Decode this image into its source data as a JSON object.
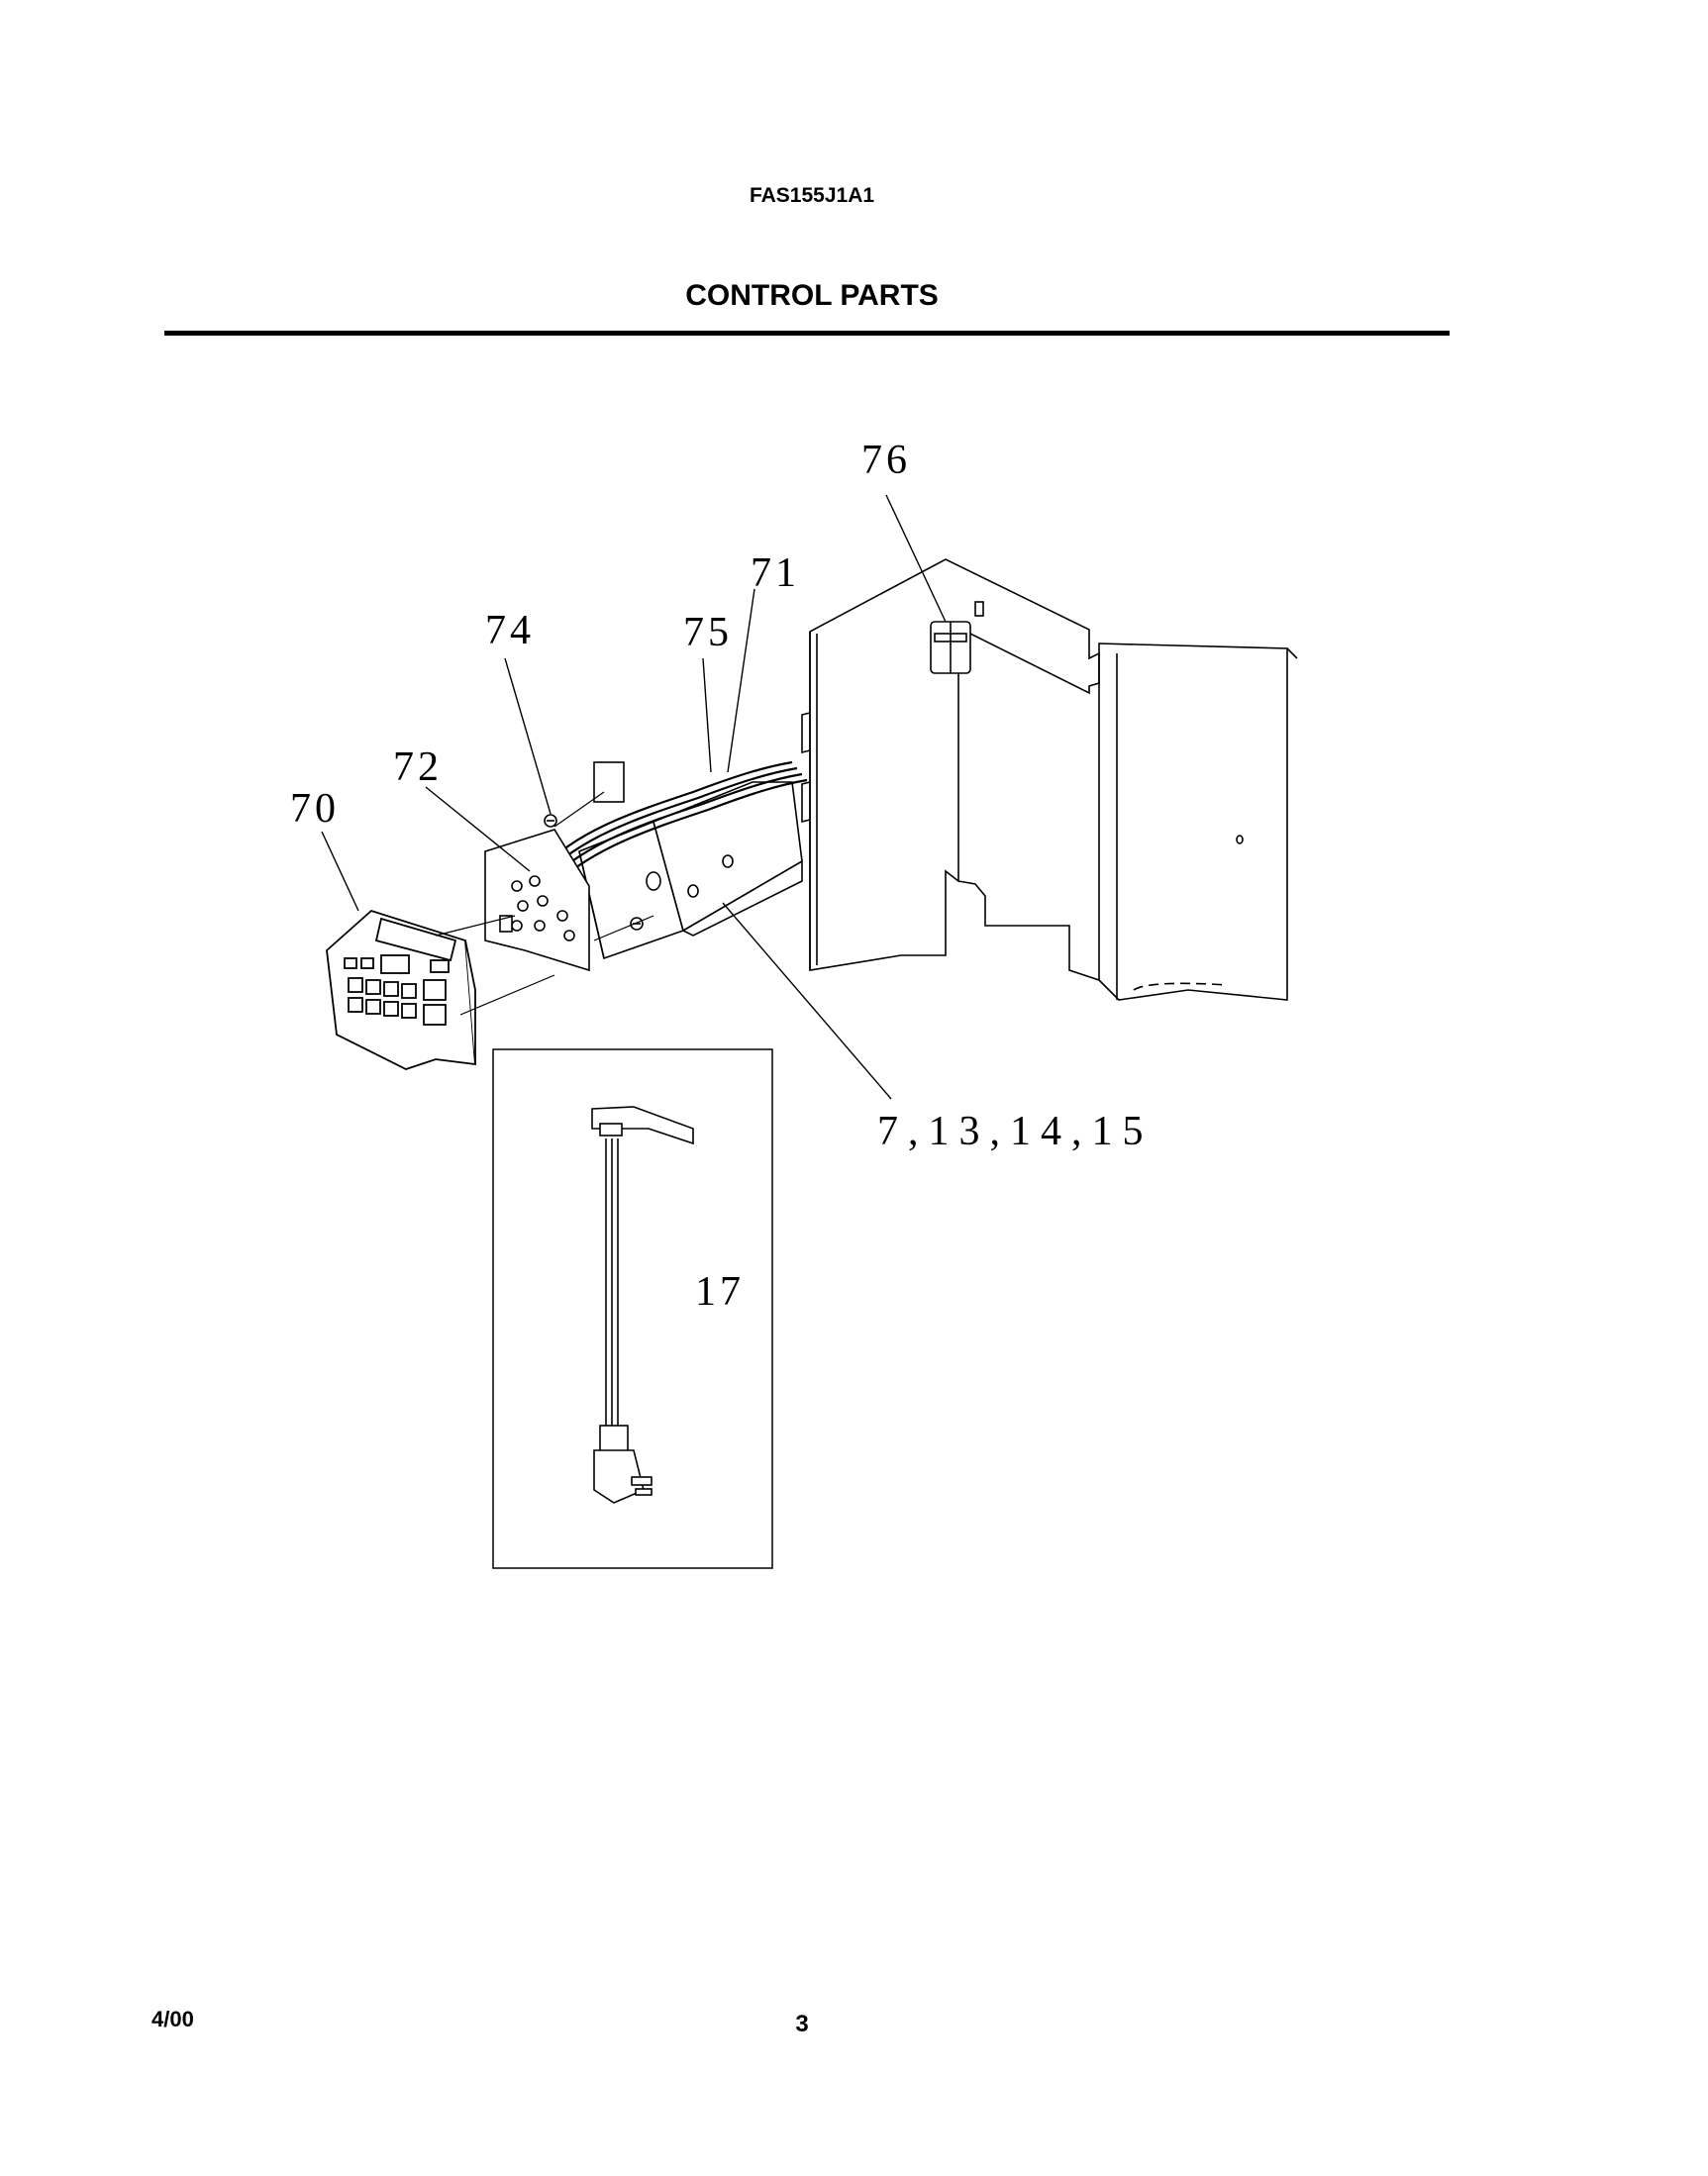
{
  "header": {
    "model_number": "FAS155J1A1",
    "section_title": "CONTROL PARTS"
  },
  "diagram": {
    "callouts": {
      "c70": "70",
      "c72": "72",
      "c74": "74",
      "c75": "75",
      "c71": "71",
      "c76": "76",
      "c_group": "7,13,14,15",
      "c17": "17"
    }
  },
  "footer": {
    "date": "4/00",
    "page_number": "3"
  }
}
